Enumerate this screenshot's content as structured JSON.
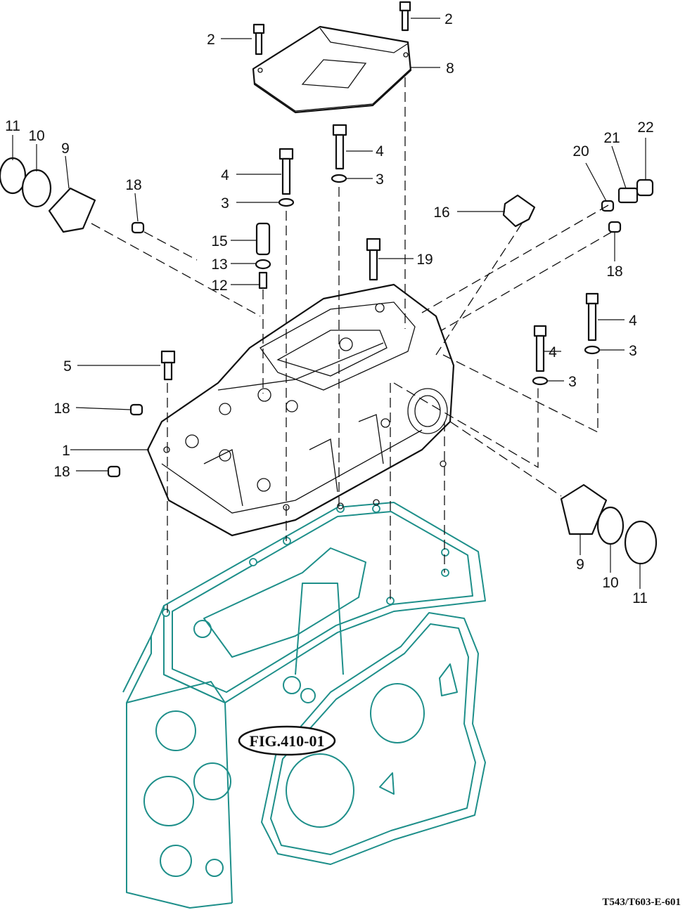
{
  "drawing_code": "T543/T603-E-601",
  "reference": "FIG.410-01",
  "callouts": [
    {
      "id": "c2a",
      "text": "2"
    },
    {
      "id": "c2b",
      "text": "2"
    },
    {
      "id": "c8",
      "text": "8"
    },
    {
      "id": "c11a",
      "text": "11"
    },
    {
      "id": "c10a",
      "text": "10"
    },
    {
      "id": "c9a",
      "text": "9"
    },
    {
      "id": "c18a",
      "text": "18"
    },
    {
      "id": "c4a",
      "text": "4"
    },
    {
      "id": "c3a",
      "text": "3"
    },
    {
      "id": "c4b",
      "text": "4"
    },
    {
      "id": "c3b",
      "text": "3"
    },
    {
      "id": "c15",
      "text": "15"
    },
    {
      "id": "c13",
      "text": "13"
    },
    {
      "id": "c12",
      "text": "12"
    },
    {
      "id": "c19",
      "text": "19"
    },
    {
      "id": "c16",
      "text": "16"
    },
    {
      "id": "c20",
      "text": "20"
    },
    {
      "id": "c21",
      "text": "21"
    },
    {
      "id": "c22",
      "text": "22"
    },
    {
      "id": "c18b",
      "text": "18"
    },
    {
      "id": "c4c",
      "text": "4"
    },
    {
      "id": "c3c",
      "text": "3"
    },
    {
      "id": "c4d",
      "text": "4"
    },
    {
      "id": "c3d",
      "text": "3"
    },
    {
      "id": "c5",
      "text": "5"
    },
    {
      "id": "c18c",
      "text": "18"
    },
    {
      "id": "c1",
      "text": "1"
    },
    {
      "id": "c18d",
      "text": "18"
    },
    {
      "id": "c9b",
      "text": "9"
    },
    {
      "id": "c10b",
      "text": "10"
    },
    {
      "id": "c11b",
      "text": "11"
    }
  ]
}
